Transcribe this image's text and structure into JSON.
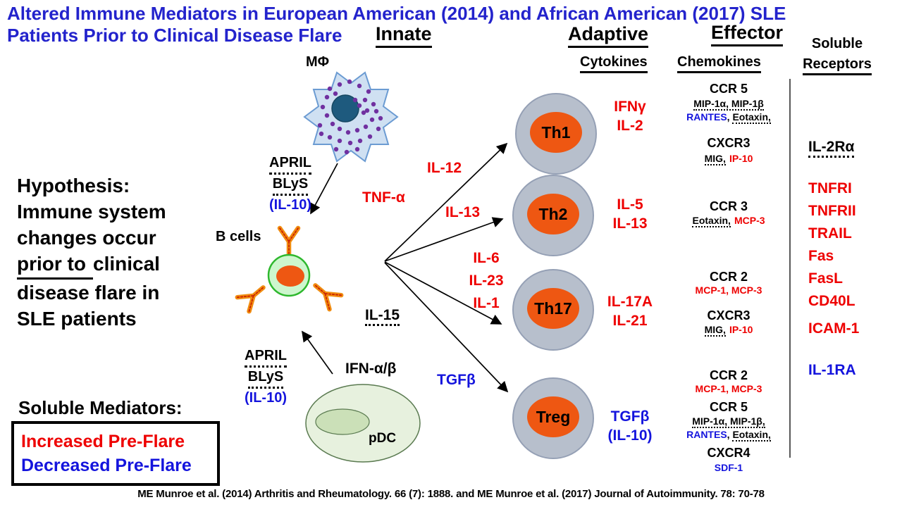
{
  "colors": {
    "title_blue": "#2323cc",
    "increased_red": "#ee0000",
    "decreased_blue": "#1414dd",
    "tcell_body_gray": "#b7bfcc",
    "tcell_nucleus_orange": "#ee5712",
    "macrophage_body": "#cfe0f2",
    "macrophage_nucleus": "#1e5a7e",
    "bcell_body_green": "#cdf6cd",
    "pdc_body_green": "#e7f1de"
  },
  "title": {
    "line1": "Altered Immune Mediators  in European American (2014) and African American (2017)  SLE",
    "line2": "Patients Prior to Clinical Disease Flare"
  },
  "headers": {
    "innate": "Innate",
    "adaptive": "Adaptive",
    "effector": "Effector",
    "cytokines": "Cytokines",
    "chemokines": "Chemokines",
    "soluble1": "Soluble",
    "soluble2": "Receptors"
  },
  "hypothesis": {
    "l1": "Hypothesis:",
    "l2": "Immune system",
    "l3": "changes occur",
    "l4u": "prior to ",
    "l4b": "clinical",
    "l5": "disease flare in",
    "l6": "SLE patients"
  },
  "legend": {
    "title": "Soluble Mediators:",
    "increased": "Increased Pre-Flare",
    "decreased": "Decreased Pre-Flare"
  },
  "cells": {
    "macrophage": "MΦ",
    "b_cells": "B cells",
    "pdc": "pDC",
    "th1": "Th1",
    "th2": "Th2",
    "th17": "Th17",
    "treg": "Treg"
  },
  "innate_mediators": {
    "mac_to_b": {
      "a": "APRIL",
      "b": "BLyS",
      "c": "(IL-10)"
    },
    "pdc_to_b": {
      "a": "APRIL",
      "b": "BLyS",
      "c": "(IL-10)"
    },
    "pdc_ifn": "IFN-α/β",
    "tnf": "TNF-α",
    "il15": "IL-15"
  },
  "polarizing": {
    "il12": "IL-12",
    "il13": "IL-13",
    "il6": "IL-6",
    "il23": "IL-23",
    "il1": "IL-1",
    "tgfb": "TGFβ"
  },
  "cytokines": {
    "th1": [
      "IFNγ",
      "IL-2"
    ],
    "th2": [
      "IL-5",
      "IL-13"
    ],
    "th17": [
      "IL-17A",
      "IL-21"
    ],
    "treg": [
      "TGFβ",
      "(IL-10)"
    ]
  },
  "chemokines": {
    "th1_ccr5": {
      "name": "CCR 5",
      "mip": "MIP-1α,  MIP-1β",
      "rantes": "RANTES",
      "sep": ", ",
      "eotaxin": "Eotaxin,"
    },
    "th1_cxcr3": {
      "name": "CXCR3",
      "mig": "MIG,",
      "ip10": "IP-10"
    },
    "th2_ccr3": {
      "name": "CCR 3",
      "eotaxin": "Eotaxin,",
      "mcp3": "MCP-3"
    },
    "th17_ccr2": {
      "name": "CCR 2",
      "mcp": "MCP-1, MCP-3"
    },
    "th17_cxcr3": {
      "name": "CXCR3",
      "mig": "MIG,",
      "ip10": "IP-10"
    },
    "treg_ccr2": {
      "name": "CCR 2",
      "mcp": "MCP-1, MCP-3"
    },
    "treg_ccr5": {
      "name": "CCR 5",
      "mip": "MIP-1α,  MIP-1β,",
      "rantes": "RANTES",
      "sep": ", ",
      "eotaxin": "Eotaxin,"
    },
    "treg_cxcr4": {
      "name": "CXCR4",
      "sdf1": "SDF-1"
    }
  },
  "soluble_receptors": {
    "il2ra": "IL-2Rα",
    "red": [
      "TNFRI",
      "TNFRII",
      "TRAIL",
      "Fas",
      "FasL",
      "CD40L"
    ],
    "icam": "ICAM-1",
    "il1ra": "IL-1RA"
  },
  "citation": "ME Munroe et al. (2014) Arthritis and Rheumatology. 66 (7): 1888. and ME Munroe et al. (2017) Journal of Autoimmunity. 78: 70-78"
}
